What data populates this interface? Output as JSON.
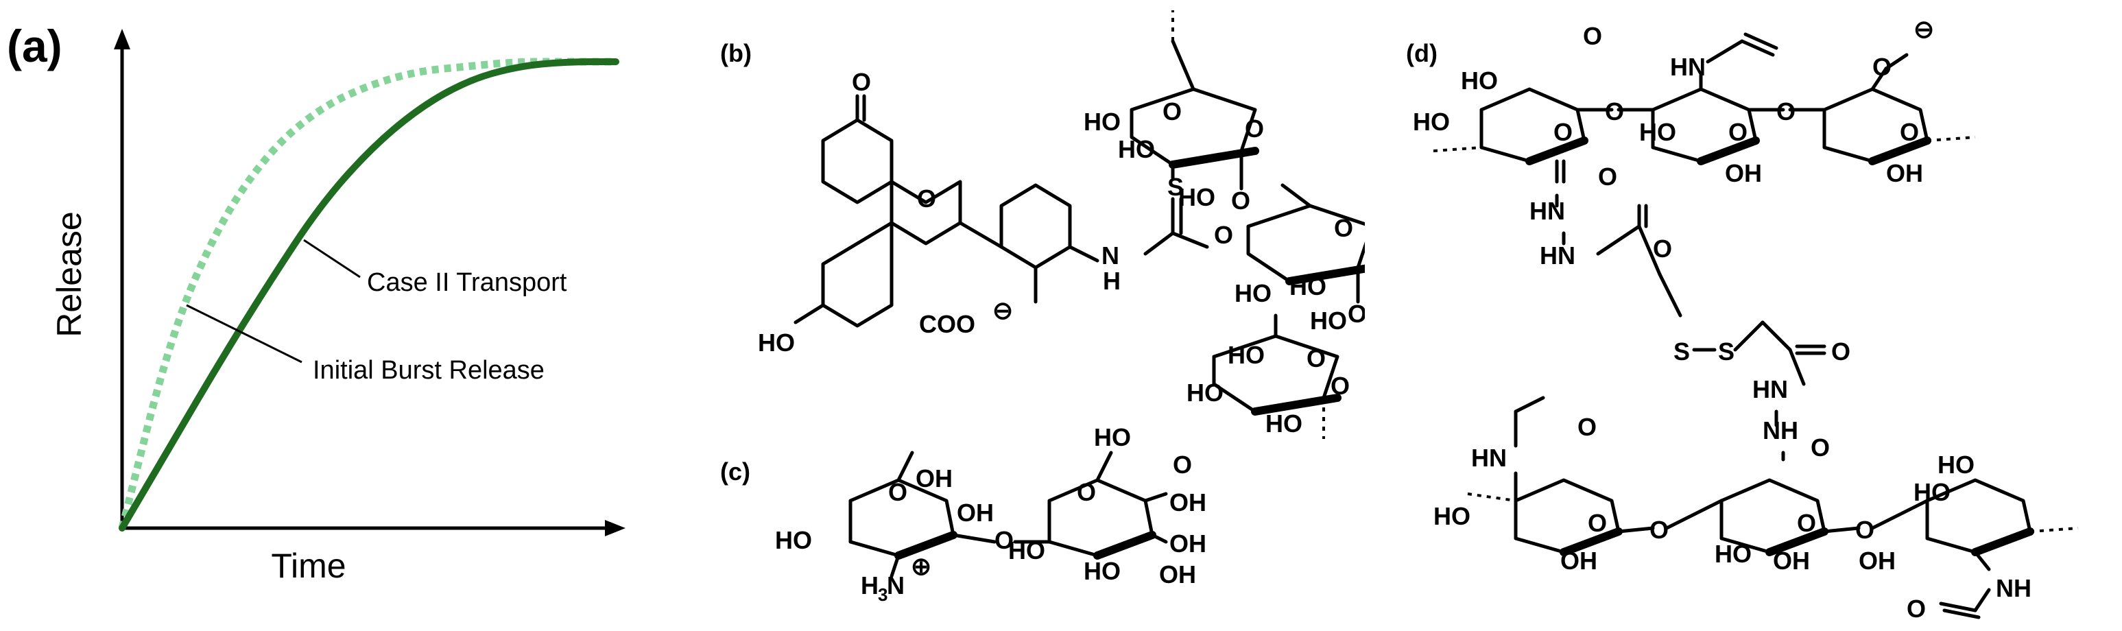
{
  "panels": {
    "a": {
      "label": "(a)"
    },
    "b": {
      "label": "(b)"
    },
    "c": {
      "label": "(c)"
    },
    "d": {
      "label": "(d)"
    }
  },
  "chart_data": {
    "type": "line",
    "xlabel": "Time",
    "ylabel": "Release",
    "series": [
      {
        "name": "Case II Transport",
        "style": "solid",
        "color": "#1f6b1f",
        "x": [
          0,
          0.1,
          0.2,
          0.3,
          0.4,
          0.5,
          0.6,
          0.7,
          0.8,
          0.9,
          1.0
        ],
        "y": [
          0,
          0.18,
          0.36,
          0.53,
          0.69,
          0.81,
          0.9,
          0.96,
          0.99,
          1.0,
          1.0
        ]
      },
      {
        "name": "Initial Burst Release",
        "style": "dotted",
        "color": "#86d39a",
        "x": [
          0,
          0.1,
          0.2,
          0.3,
          0.4,
          0.5,
          0.6,
          0.7,
          0.8,
          0.9,
          1.0
        ],
        "y": [
          0,
          0.42,
          0.66,
          0.81,
          0.9,
          0.95,
          0.98,
          0.99,
          1.0,
          1.0,
          1.0
        ]
      }
    ],
    "annotations": [
      "Case II Transport",
      "Initial Burst Release"
    ]
  },
  "structures": {
    "b": {
      "labels": [
        "O",
        "O",
        "HO",
        "O",
        "HO",
        "O",
        "HO",
        "HO",
        "O",
        "N",
        "H",
        "S",
        "O",
        "HO",
        "O",
        "HO",
        "HO",
        "O",
        "HO",
        "O",
        "HO",
        "HO",
        "O",
        "COO",
        "⊖"
      ]
    },
    "c": {
      "labels": [
        "HO",
        "O",
        "OH",
        "OH",
        "O",
        "HO",
        "O",
        "OH",
        "OH",
        "HO",
        "OH",
        "H",
        "3",
        "N",
        "⊕",
        "HO",
        "O"
      ]
    },
    "d": {
      "labels": [
        "O",
        "HN",
        "O",
        "⊖",
        "HO",
        "HO",
        "O",
        "O",
        "O",
        "HO",
        "O",
        "O",
        "OH",
        "OH",
        "O",
        "HN",
        "HN",
        "O",
        "S",
        "S",
        "O",
        "HN",
        "NH",
        "O",
        "HN",
        "HO",
        "HO",
        "O",
        "O",
        "O",
        "O",
        "HO",
        "HO",
        "O",
        "OH",
        "OH",
        "OH",
        "NH",
        "O"
      ]
    }
  }
}
